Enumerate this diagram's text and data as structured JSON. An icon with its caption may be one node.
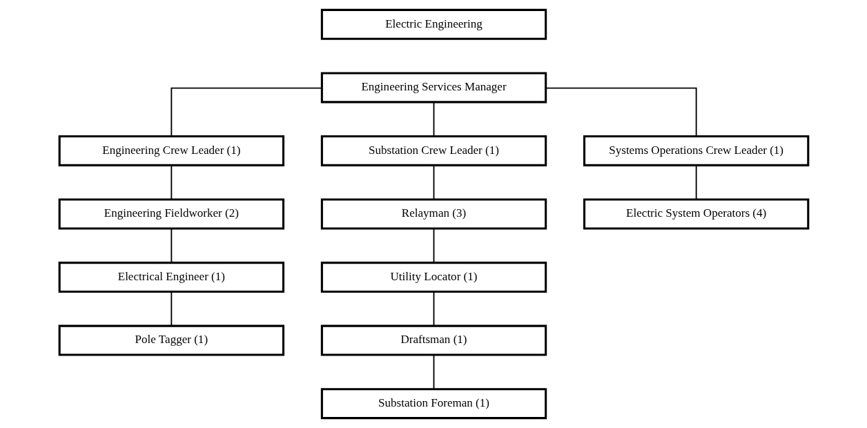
{
  "diagram": {
    "nodes": [
      {
        "text": [
          "Electric Engineering"
        ]
      },
      {
        "text": [
          "Engineering Services Manager"
        ]
      },
      {
        "text": [
          "Engineering Crew Leader (1)"
        ]
      },
      {
        "text": [
          "Substation Crew Leader (1)"
        ]
      },
      {
        "text": [
          "Systems Operations Crew Leader (1)"
        ]
      },
      {
        "text": [
          "Engineering Fieldworker (2)"
        ]
      },
      {
        "text": [
          "Relayman (3)"
        ]
      },
      {
        "text": [
          "Electric System Operators (4)"
        ]
      },
      {
        "text": [
          "Electrical Engineer (1)"
        ]
      },
      {
        "text": [
          "Utility Locator (1)"
        ]
      },
      {
        "text": [
          "Pole Tagger (1)"
        ]
      },
      {
        "text": [
          "Draftsman (1)"
        ]
      },
      {
        "text": [
          "Substation Foreman (1)"
        ]
      }
    ],
    "edges": [
      {
        "from": 1,
        "to": 2,
        "arrow": "none"
      },
      {
        "from": 1,
        "to": 3,
        "arrow": "none"
      },
      {
        "from": 1,
        "to": 4,
        "arrow": "none"
      },
      {
        "from": 2,
        "to": 5,
        "arrow": "none"
      },
      {
        "from": 3,
        "to": 6,
        "arrow": "none"
      },
      {
        "from": 4,
        "to": 7,
        "arrow": "none"
      },
      {
        "from": 5,
        "to": 8,
        "arrow": "none"
      },
      {
        "from": 8,
        "to": 10,
        "arrow": "none"
      },
      {
        "from": 6,
        "to": 9,
        "arrow": "none"
      },
      {
        "from": 9,
        "to": 11,
        "arrow": "none"
      },
      {
        "from": 11,
        "to": 12,
        "arrow": "none"
      }
    ]
  }
}
